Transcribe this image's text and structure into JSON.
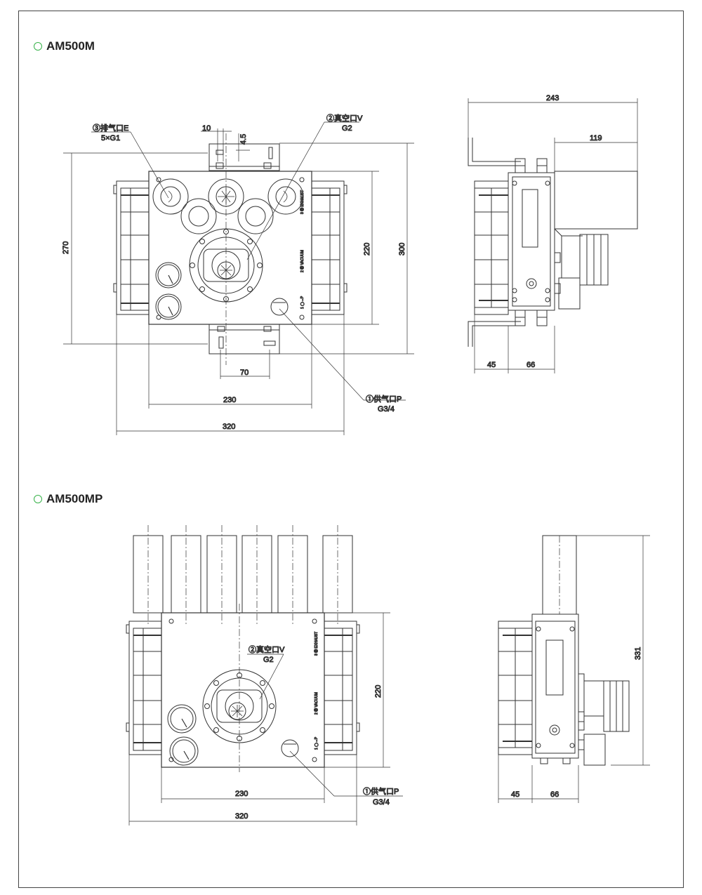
{
  "sections": [
    {
      "title": "AM500M"
    },
    {
      "title": "AM500MP"
    }
  ],
  "accent_color": "#38b24a",
  "am500m_front": {
    "exhaust_label": "③排气口E",
    "exhaust_spec": "5×G1",
    "vacuum_label": "②真空口V",
    "vacuum_spec": "G2",
    "supply_label": "①供气口P",
    "supply_spec": "G3/4",
    "dims": {
      "d10": "10",
      "d45": "4.5",
      "d270": "270",
      "d220": "220",
      "d300": "300",
      "d70": "70",
      "d230": "230",
      "d320": "320"
    },
    "panel_texts": {
      "exhaust": "3 ㊣ EXHAUST",
      "vacuum": "2 ㊣ VACUUM",
      "supply": "1 ◯→P"
    }
  },
  "am500m_side": {
    "dims": {
      "d243": "243",
      "d119": "119",
      "d45": "45",
      "d66": "66"
    }
  },
  "am500mp_front": {
    "vacuum_label": "②真空口V",
    "vacuum_spec": "G2",
    "supply_label": "①供气口P",
    "supply_spec": "G3/4",
    "dims": {
      "d220": "220",
      "d230": "230",
      "d320": "320"
    },
    "panel_texts": {
      "exhaust": "3 ㊣ EXHAUST",
      "vacuum": "2 ㊣ VACUUM",
      "supply": "1 ◯→P"
    }
  },
  "am500mp_side": {
    "dims": {
      "d331": "331",
      "d45": "45",
      "d66": "66"
    }
  }
}
